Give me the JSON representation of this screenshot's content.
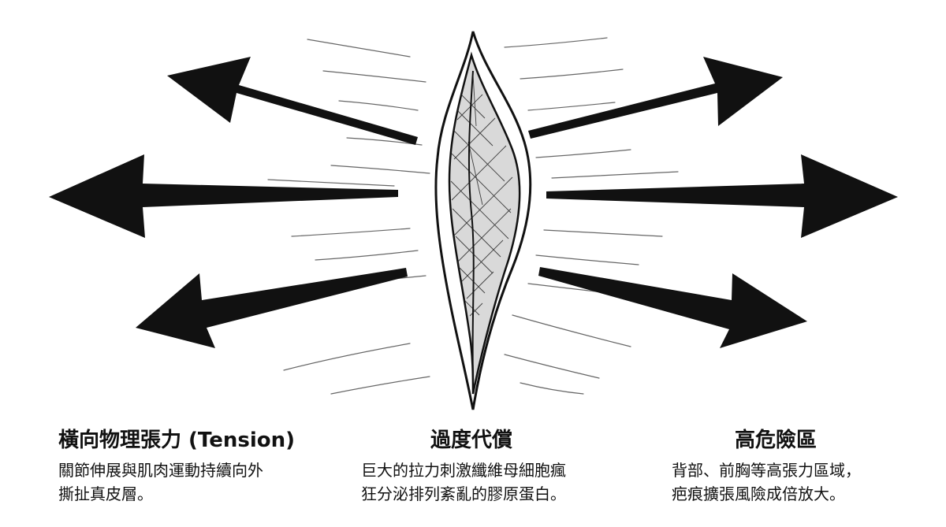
{
  "captions": [
    {
      "title": "橫向物理張力 (Tension)",
      "lines": [
        "關節伸展與肌肉運動持續向外",
        "撕扯真皮層。"
      ]
    },
    {
      "title": "過度代償",
      "lines": [
        "巨大的拉力刺激纖維母細胞瘋",
        "狂分泌排列紊亂的膠原蛋白。"
      ]
    },
    {
      "title": "高危險區",
      "lines": [
        "背部、前胸等高張力區域，",
        "疤痕擴張風險成倍放大。"
      ]
    }
  ],
  "colors": {
    "ink": "#111111",
    "background": "#ffffff"
  },
  "icons": [
    "arrow-icon",
    "scar-wound-icon"
  ]
}
